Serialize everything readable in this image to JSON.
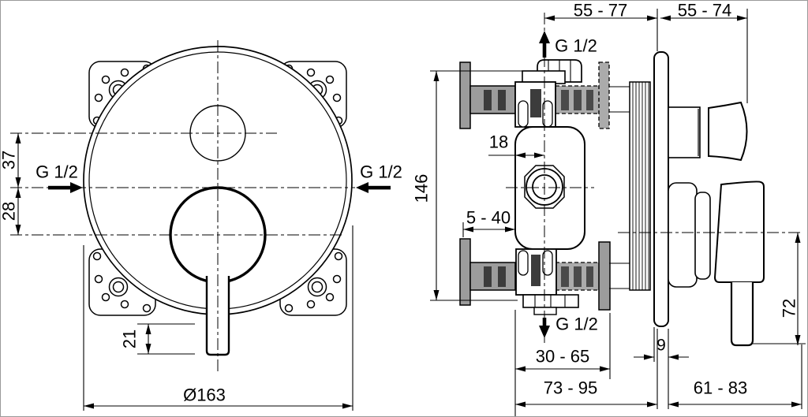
{
  "drawing": {
    "kind": "installation-dimension-drawing",
    "product": "concealed single-lever bath shower mixer",
    "front_view": {
      "dim_offset_upper": "37",
      "dim_offset_lower": "28",
      "dim_lever_protrusion": "21",
      "dim_plate_diameter": "Ø163",
      "label_inlet_left": "G 1/2",
      "label_inlet_right": "G 1/2"
    },
    "side_view": {
      "dim_depth_behind_wall": "55 - 77",
      "dim_projection_front": "55 - 74",
      "label_outlet_top": "G 1/2",
      "label_outlet_bottom": "G 1/2",
      "dim_body_height": "146",
      "dim_axis_offset": "18",
      "dim_plaster_depth": "5 - 40",
      "dim_rough_in_depth": "30 - 65",
      "dim_escutcheon_thickness": "9",
      "dim_lever_length": "72",
      "dim_total_depth_rear": "73 - 95",
      "dim_total_projection": "61 - 83"
    }
  }
}
